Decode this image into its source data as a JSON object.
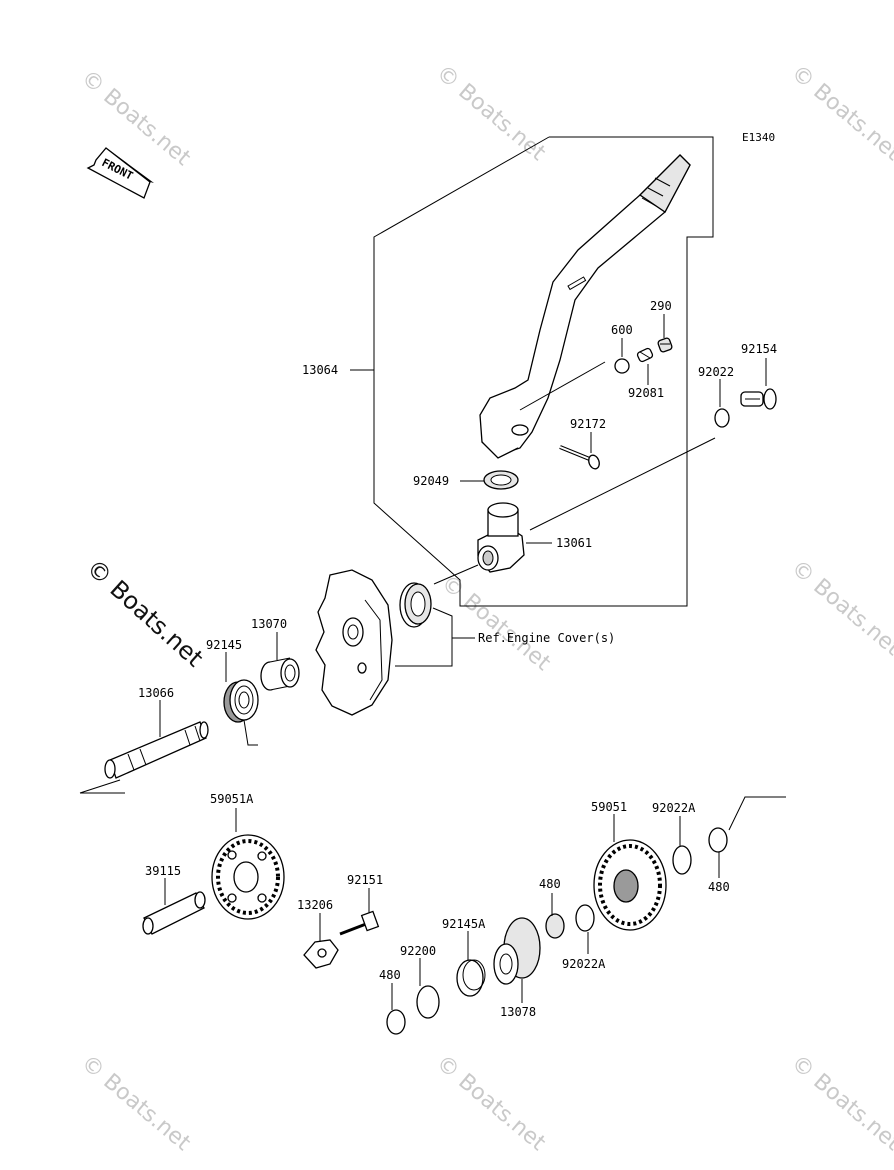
{
  "diagram_id": "E1340",
  "front_label": "FRONT",
  "watermark": "© Boats.net",
  "ref_note": "Ref.Engine Cover(s)",
  "parts": {
    "p13064": "13064",
    "p290": "290",
    "p600": "600",
    "p92154": "92154",
    "p92022": "92022",
    "p92081": "92081",
    "p92172": "92172",
    "p92049": "92049",
    "p13061": "13061",
    "p13070": "13070",
    "p92145": "92145",
    "p13066": "13066",
    "p59051A": "59051A",
    "p59051": "59051",
    "p92022A_top": "92022A",
    "p480_right": "480",
    "p39115": "39115",
    "p92151": "92151",
    "p13206": "13206",
    "p480_mid": "480",
    "p92145A": "92145A",
    "p92200": "92200",
    "p92022A_bottom": "92022A",
    "p13078": "13078",
    "p480_left": "480"
  }
}
